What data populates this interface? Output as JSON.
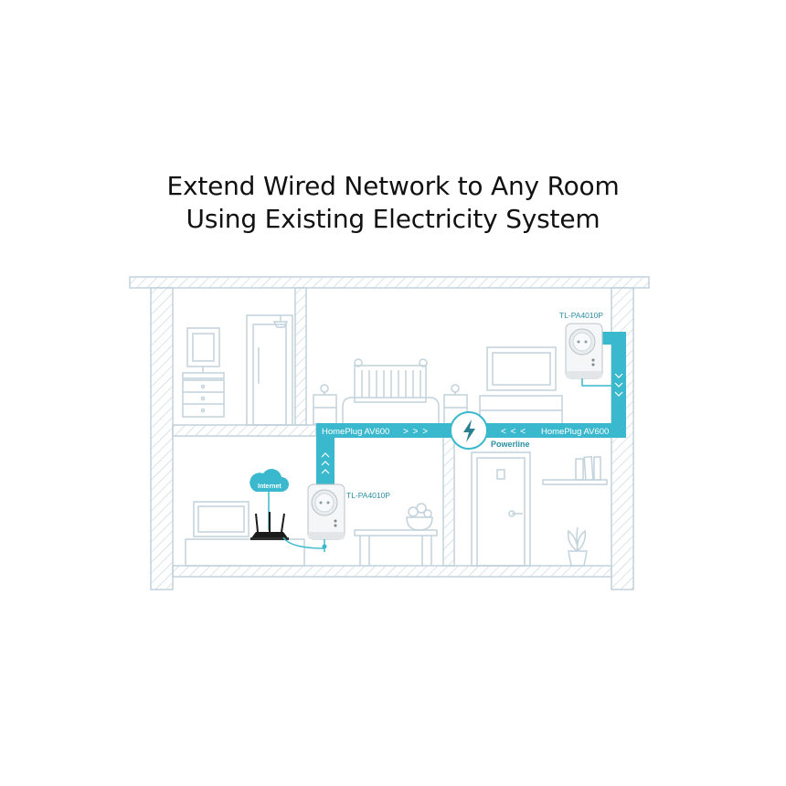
{
  "headline": {
    "line1": "Extend Wired Network to Any Room",
    "line2": "Using Existing Electricity System"
  },
  "labels": {
    "device_top": "TL-PA4010P",
    "device_bottom": "TL-PA4010P",
    "internet": "Internet",
    "link_left": "HomePlug AV600",
    "link_right": "HomePlug AV600",
    "arrows_right": "> > >",
    "arrows_left": "< < <",
    "powerline": "Powerline"
  },
  "icons": [
    "lightning-icon",
    "cloud-icon",
    "router-icon",
    "chevron-up-icon",
    "chevron-down-icon"
  ],
  "colors": {
    "line_art": "#c2d2db",
    "accent": "#3ab8cd",
    "accent_text": "#ffffff",
    "label_text": "#2a8ea3",
    "router": "#1b1b1b"
  }
}
